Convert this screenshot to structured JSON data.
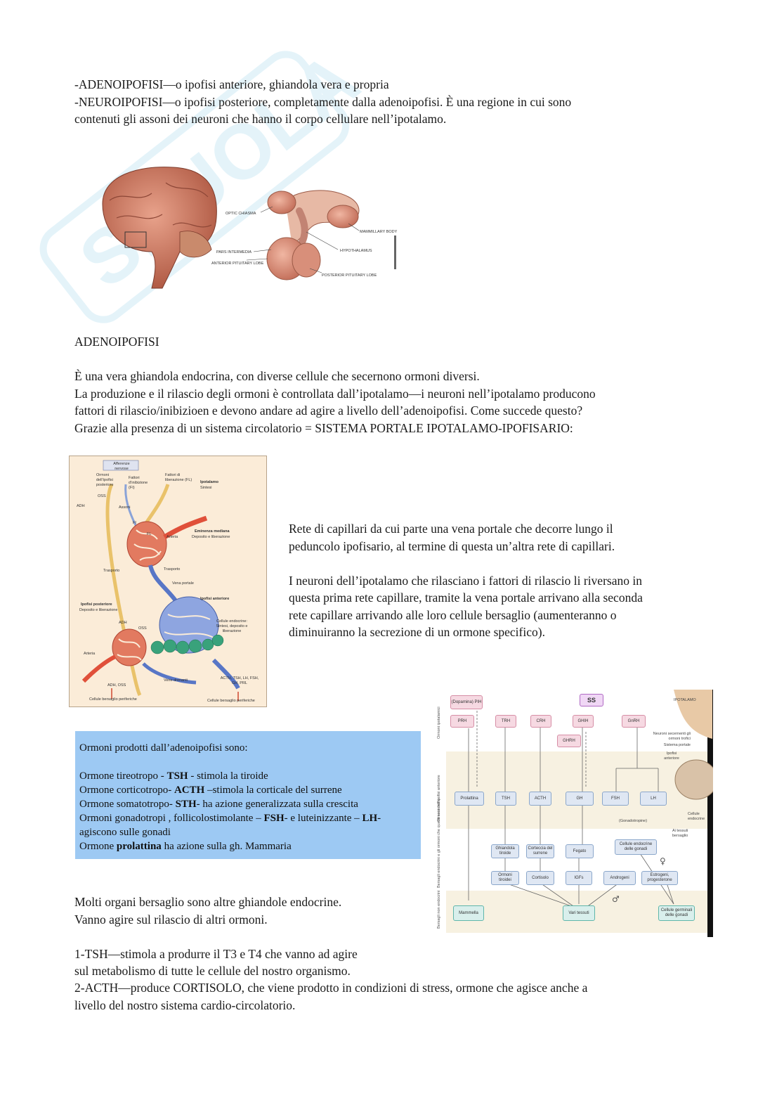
{
  "intro": {
    "line1": "-ADENOIPOFISI—o ipofisi anteriore, ghiandola vera e propria",
    "line2": "-NEUROIPOFISI—o ipofisi posteriore, completamente dalla adenoipofisi. È una regione in cui sono",
    "line3": "contenuti gli assoni dei neuroni che hanno il corpo cellulare nell’ipotalamo."
  },
  "brain_figure": {
    "optic_chiasma": "OPTIC CHIASMA",
    "mammillary_body": "MAMMILLARY BODY",
    "pars_intermedia": "PARS INTERMEDIA",
    "hypothalamus": "HYPOTHALAMUS",
    "anterior_lobe": "ANTERIOR PITUITARY LOBE",
    "posterior_lobe": "POSTERIOR PITUITARY LOBE"
  },
  "section": {
    "heading": "ADENOIPOFISI",
    "p1": "È una vera ghiandola endocrina, con diverse cellule che secernono ormoni diversi.",
    "p2": "La produzione e il rilascio degli ormoni è controllata dall’ipotalamo—i neuroni nell’ipotalamo producono",
    "p3": "fattori di rilascio/inibizioen e devono andare ad agire a livello dell’adenoipofisi. Come succede questo?",
    "p4": "Grazie alla presenza di un sistema circolatorio = SISTEMA PORTALE IPOTALAMO-IPOFISARIO:"
  },
  "portal_figure": {
    "afferenze": "Afferenze nervose",
    "ormoni_post": "Ormoni dell’ipofisi posteriore",
    "fattori_inib": "Fattori d’inibizione (FI)",
    "fattori_lib": "Fattori di liberazione (FL)",
    "ipotalamo": "Ipotalamo",
    "sintesi": "Sintesi",
    "adh": "ADH",
    "ossi": "OSS",
    "assoni": "Assoni",
    "fi": "FI",
    "fl": "FL",
    "eminenza": "Eminenza mediana",
    "deposito": "Deposito e liberazione",
    "arteria": "Arteria",
    "trasporto": "Trasporto",
    "vena_portale": "Vena portale",
    "ipofisi_ant": "Ipofisi anteriore",
    "ipofisi_post": "Ipofisi posteriore",
    "deposito2": "Deposito e liberazione",
    "cellule_endo": "Cellule endocrine: Sintesi, deposito e liberazione",
    "vene_drenanti": "Vene drenanti",
    "adh_oss": "ADH, OSS",
    "ormoni_ant": "ACTH, TSH, LH, FSH, GH, PRL",
    "bersaglio1": "Cellule bersaglio periferiche",
    "bersaglio2": "Cellule bersaglio periferiche"
  },
  "side": {
    "a1": "Rete di capillari da cui parte una vena portale che decorre lungo il",
    "a2": "peduncolo ipofisario, al termine di questa un’altra rete di capillari.",
    "b1": "I neuroni dell’ipotalamo che rilasciano i fattori di rilascio li riversano in",
    "b2": "questa prima rete capillare, tramite la vena portale arrivano alla seconda",
    "b3": "rete capillare arrivando alle loro cellule bersaglio (aumenteranno o",
    "b4": "diminuiranno la secrezione di un ormone specifico)."
  },
  "box": {
    "title": "Ormoni prodotti dall’adenoipofisi sono:",
    "r1a": "Ormone tireotropo - ",
    "r1b": "TSH",
    "r1c": " - stimola la tiroide",
    "r2a": "Ormone corticotropo- ",
    "r2b": "ACTH",
    "r2c": " –stimola la corticale del surrene",
    "r3a": "Ormone somatotropo- ",
    "r3b": "STH",
    "r3c": "- ha azione generalizzata sulla crescita",
    "r4a": "Ormoni gonadotropi , follicolostimolante – ",
    "r4b": "FSH",
    "r4c": "- e luteinizzante – ",
    "r4d": "LH",
    "r4e": "-",
    "r5": "agiscono sulle gonadi",
    "r6a": "Ormone ",
    "r6b": "prolattina",
    "r6c": " ha azione sulla gh. Mammaria"
  },
  "flow": {
    "band1": "Ormoni ipotalamici",
    "band2": "Ormoni dell’ipofisi anteriore",
    "band3": "Bersagli endocrini e gli ormoni che questi secernono",
    "band4": "Bersagli non endocrini",
    "dopamina": "(Dopamina) PIH",
    "prh": "PRH",
    "trh": "TRH",
    "crh": "CRH",
    "ghih": "GHIH",
    "gnrh": "GnRH",
    "ghrh": "GHRH",
    "ss": "SS",
    "ipotalamo": "IPOTALAMO",
    "neuroni": "Neuroni secernenti gli ormoni trofici",
    "sistema": "Sistema portale",
    "ipofisi_ant": "Ipofisi anteriore",
    "prolattina": "Prolattina",
    "tsh": "TSH",
    "acth": "ACTH",
    "gh": "GH",
    "fsh": "FSH",
    "lh": "LH",
    "gonadotropine": "(Gonadotropine)",
    "cellule_endo": "Cellule endocrine",
    "tessuti": "Ai tessuti bersaglio",
    "tiroide": "Ghiandola tiroide",
    "corteccia": "Corteccia del surrene",
    "fegato": "Fegato",
    "cellule_gonadi": "Cellule endocrine delle gonadi",
    "ormoni_tiroidei": "Ormoni tiroidei",
    "cortisolo": "Cortisolo",
    "igfs": "IGFs",
    "androgeni": "Androgeni",
    "estrogeni": "Estrogeni, progesterone",
    "mammella": "Mammella",
    "vari": "Vari tessuti",
    "germinali": "Cellule germinali delle gonadi"
  },
  "lower": {
    "l1": "Molti organi bersaglio sono altre ghiandole endocrine.",
    "l2": "Vanno agire sul rilascio di altri ormoni.",
    "l3": "1-TSH—stimola a produrre il T3 e T4 che vanno ad agire",
    "l4": "sul metabolismo di tutte le cellule del nostro organismo.",
    "l5": "2-ACTH—produce CORTISOLO, che viene prodotto in condizioni di stress, ormone che agisce anche a",
    "l6": "livello del nostro sistema cardio-circolatorio."
  },
  "colors": {
    "box_blue": "#9dc9f3",
    "portal_bg": "#fbecd8",
    "artery_red": "#e0503a",
    "vein_blue": "#5876c6"
  }
}
